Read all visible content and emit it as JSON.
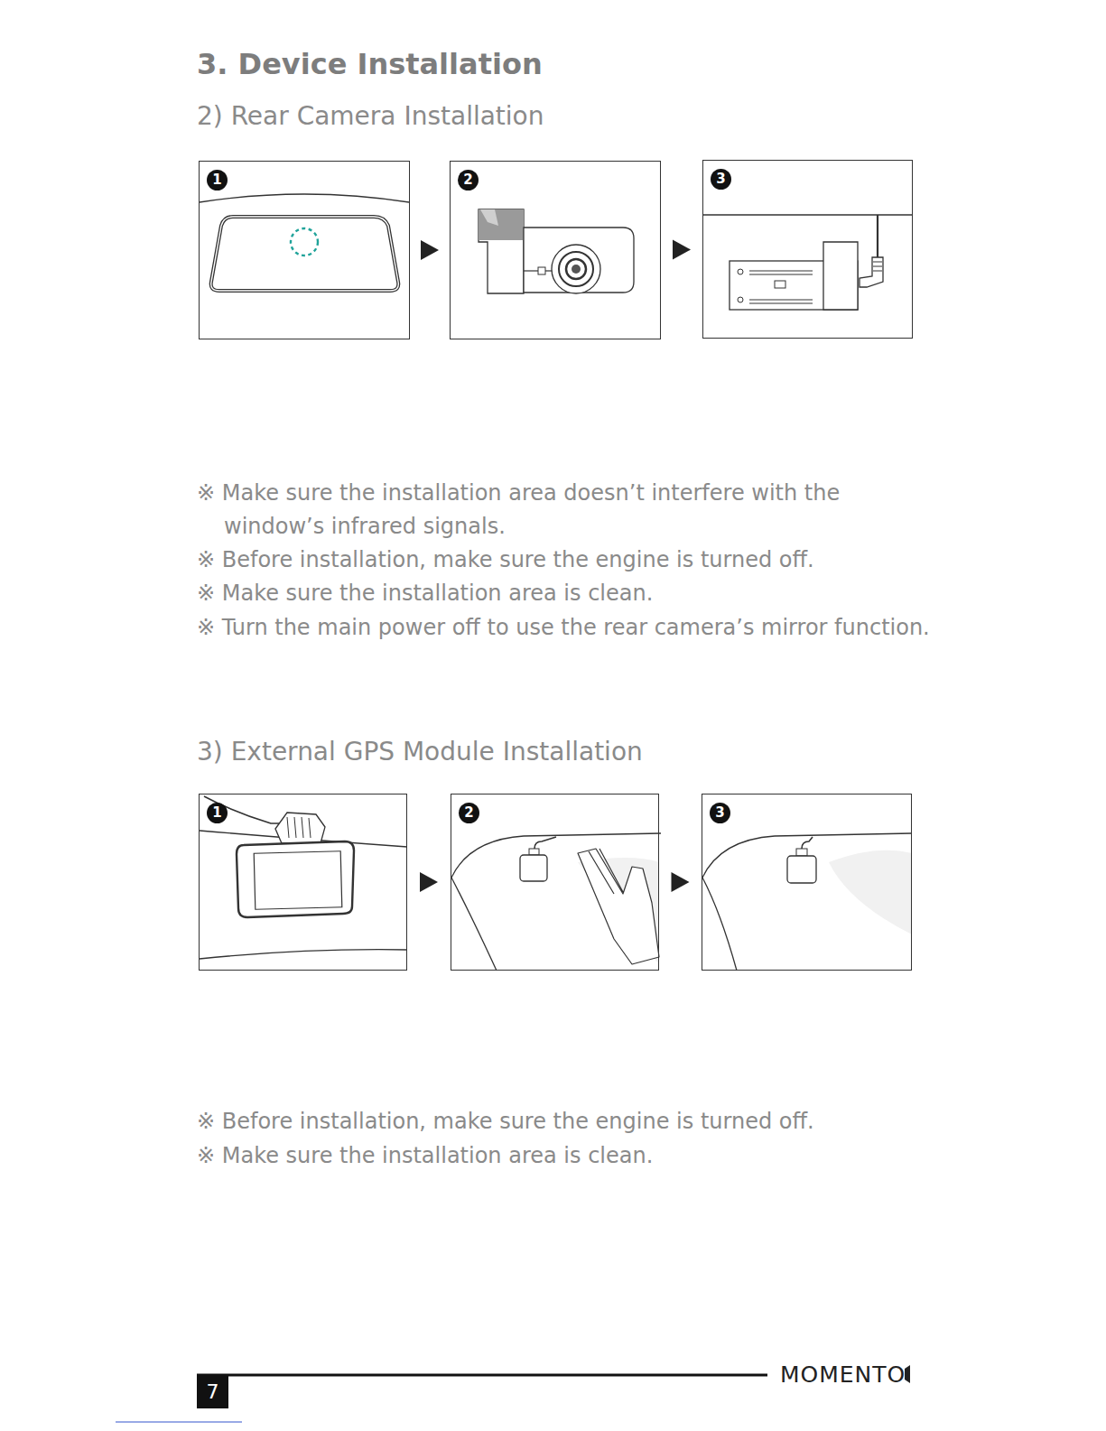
{
  "diagram": {
    "title": "3. Device Installation",
    "nodes": [
      {
        "text": [
          "1"
        ]
      },
      {
        "text": [
          "2"
        ]
      },
      {
        "text": [
          "3"
        ]
      },
      {
        "text": [
          "1"
        ]
      },
      {
        "text": [
          "2"
        ]
      },
      {
        "text": [
          "3"
        ]
      }
    ],
    "edges": [
      {
        "from": 0,
        "to": 1,
        "arrow": "to"
      },
      {
        "from": 1,
        "to": 2,
        "arrow": "to"
      },
      {
        "from": 3,
        "to": 4,
        "arrow": "to"
      },
      {
        "from": 4,
        "to": 5,
        "arrow": "to"
      }
    ],
    "labels": [
      "2) Rear Camera Installation",
      "※ Make sure the installation area doesn’t interfere with the window’s infrared signals.",
      "※ Before installation, make sure the engine is turned off.",
      "※ Make sure the installation area is clean.",
      "※ Turn the main power off to use the rear camera’s mirror function.",
      "3) External GPS Module Installation",
      "※ Before installation, make sure the engine is turned off.",
      "※ Make sure the installation area is clean.",
      "7",
      "MOMENTO"
    ]
  }
}
